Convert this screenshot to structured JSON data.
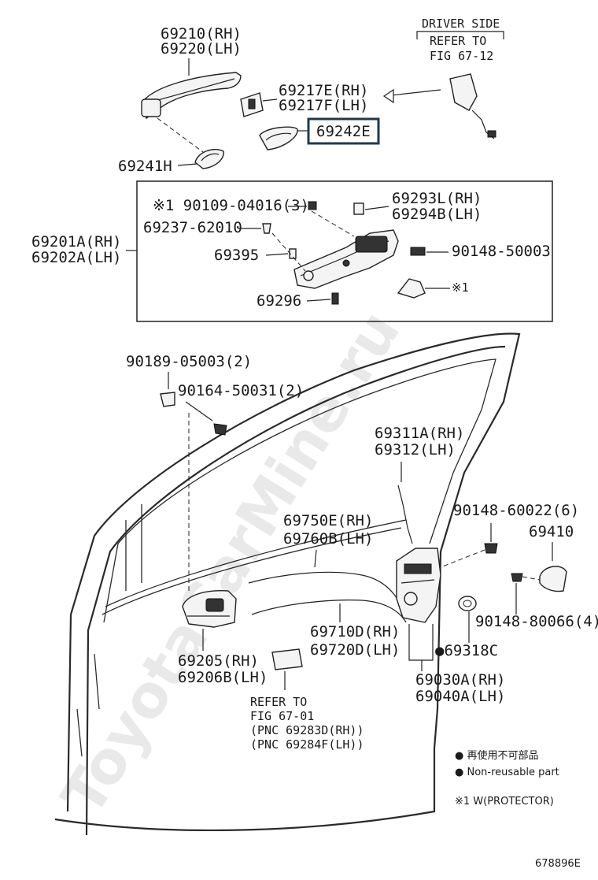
{
  "watermark": "ToyotaCarMine.ru",
  "driver_side": {
    "title": "DRIVER SIDE",
    "ref1": "REFER TO",
    "ref2": "FIG 67-12"
  },
  "labels": {
    "handle_rh": "69210(RH)",
    "handle_lh": "69220(LH)",
    "l69217e": "69217E(RH)",
    "l69217f": "69217F(LH)",
    "l69242e": "69242E",
    "l69241h": "69241H",
    "l90109": "※1 90109-04016(3)",
    "l69293l": "69293L(RH)",
    "l69294b": "69294B(LH)",
    "l69237": "69237-62010",
    "l69201a": "69201A(RH)",
    "l69202a": "69202A(LH)",
    "l69395": "69395",
    "l90148_50003": "90148-50003",
    "l_x1": "※1",
    "l69296": "69296",
    "l90189": "90189-05003(2)",
    "l90164": "90164-50031(2)",
    "l69311a": "69311A(RH)",
    "l69312": "69312(LH)",
    "l90148_60022": "90148-60022(6)",
    "l69410": "69410",
    "l69750e": "69750E(RH)",
    "l69760b": "69760B(LH)",
    "l90148_80066": "90148-80066(4)",
    "l69710d": "69710D(RH)",
    "l69720d": "69720D(LH)",
    "l69318c": "●69318C",
    "l69205": "69205(RH)",
    "l69206b": "69206B(LH)",
    "l69030a": "69030A(RH)",
    "l69040a": "69040A(LH)",
    "ref2_1": "REFER TO",
    "ref2_2": "FIG 67-01",
    "ref2_3": "(PNC 69283D(RH))",
    "ref2_4": "(PNC 69284F(LH))"
  },
  "legend": {
    "jp": "● 再使用不可部品",
    "en": "● Non-reusable part",
    "protector": "※1 W(PROTECTOR)"
  },
  "illustration_id": "678896E",
  "highlight_color": "#1f3a4d"
}
